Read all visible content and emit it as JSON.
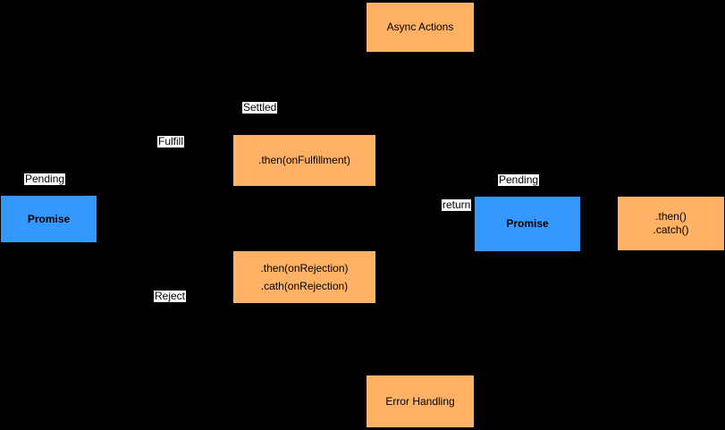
{
  "diagram": {
    "title": "Promise flow diagram",
    "background_color": "#000000",
    "colors": {
      "action_box": "#FFB266",
      "promise_box": "#3399FF",
      "label_background": "#FFFFFF",
      "text": "#000000"
    },
    "nodes": {
      "async_actions": {
        "label": "Async Actions"
      },
      "then_fulfillment": {
        "label": ".then(onFulfillment)"
      },
      "then_rejection": {
        "line1": ".then(onRejection)",
        "line2": ".cath(onRejection)"
      },
      "promise_left": {
        "label": "Promise"
      },
      "promise_right": {
        "label": "Promise"
      },
      "then_catch": {
        "line1": ".then()",
        "line2": ".catch()"
      },
      "error_handling": {
        "label": "Error Handling"
      }
    },
    "edge_labels": {
      "pending_left": "Pending",
      "fulfill": "Fulfill",
      "settled": "Settled",
      "reject": "Reject",
      "return_label": "return",
      "pending_right": "Pending"
    }
  }
}
